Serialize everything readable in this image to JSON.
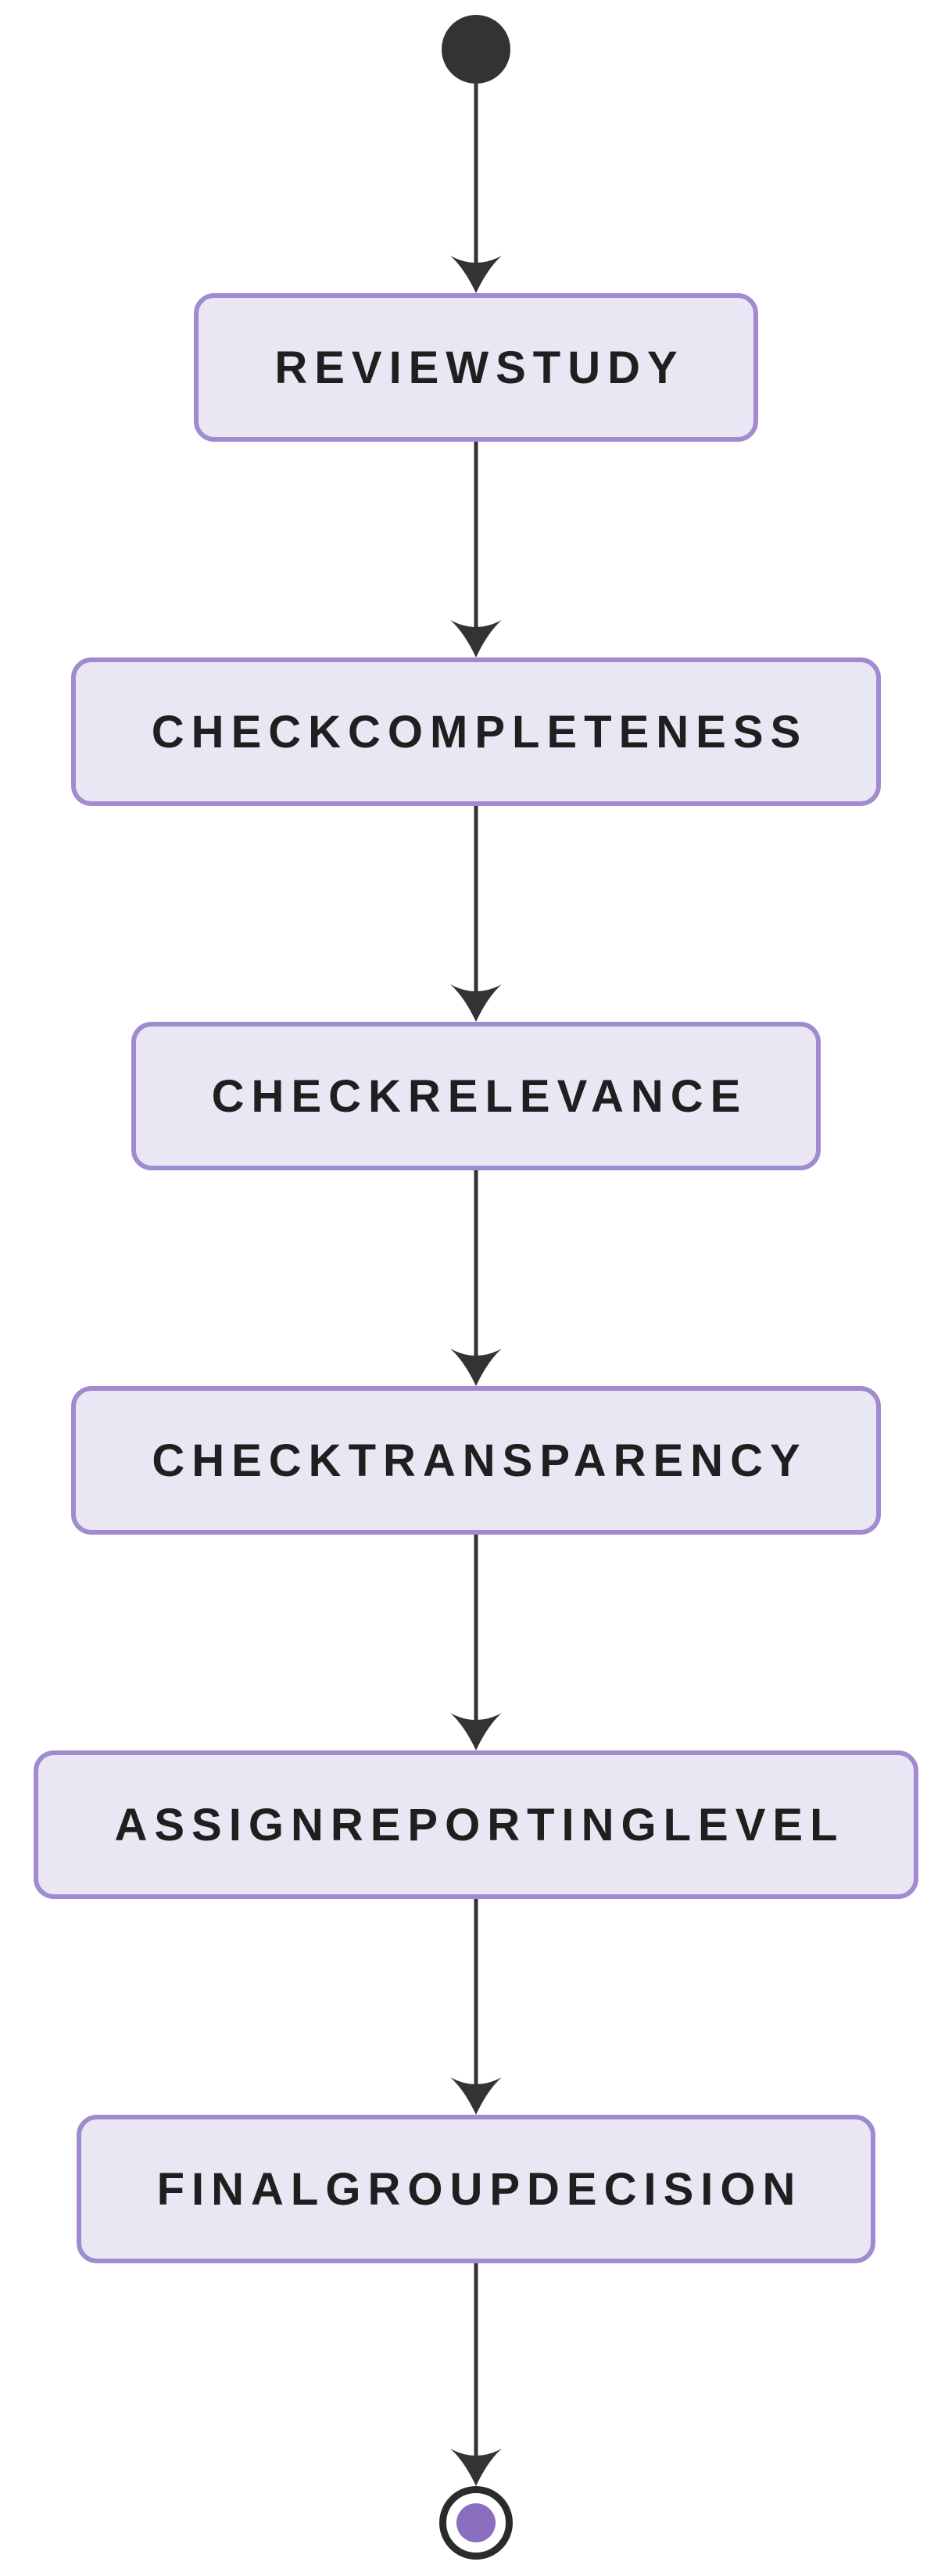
{
  "diagram": {
    "type": "state-flow-diagram",
    "direction": "top-to-bottom",
    "start_node": {
      "kind": "initial-state"
    },
    "end_node": {
      "kind": "final-state"
    },
    "states": [
      {
        "id": "state-1",
        "label": "REVIEWSTUDY"
      },
      {
        "id": "state-2",
        "label": "CHECKCOMPLETENESS"
      },
      {
        "id": "state-3",
        "label": "CHECKRELEVANCE"
      },
      {
        "id": "state-4",
        "label": "CHECKTRANSPARENCY"
      },
      {
        "id": "state-5",
        "label": "ASSIGNREPORTINGLEVEL"
      },
      {
        "id": "state-6",
        "label": "FINALGROUPDECISION"
      }
    ],
    "transitions": [
      {
        "from": "start",
        "to": "REVIEWSTUDY"
      },
      {
        "from": "REVIEWSTUDY",
        "to": "CHECKCOMPLETENESS"
      },
      {
        "from": "CHECKCOMPLETENESS",
        "to": "CHECKRELEVANCE"
      },
      {
        "from": "CHECKRELEVANCE",
        "to": "CHECKTRANSPARENCY"
      },
      {
        "from": "CHECKTRANSPARENCY",
        "to": "ASSIGNREPORTINGLEVEL"
      },
      {
        "from": "ASSIGNREPORTINGLEVEL",
        "to": "FINALGROUPDECISION"
      },
      {
        "from": "FINALGROUPDECISION",
        "to": "end"
      }
    ],
    "colors": {
      "state_fill": "#E9E7F4",
      "state_border": "#A08BD0",
      "state_text": "#1F1F1F",
      "edge": "#333333",
      "start_fill": "#333333",
      "end_ring": "#2B2B2B",
      "end_inner_dot": "#8A6FBE",
      "background": "#FFFFFF"
    }
  }
}
